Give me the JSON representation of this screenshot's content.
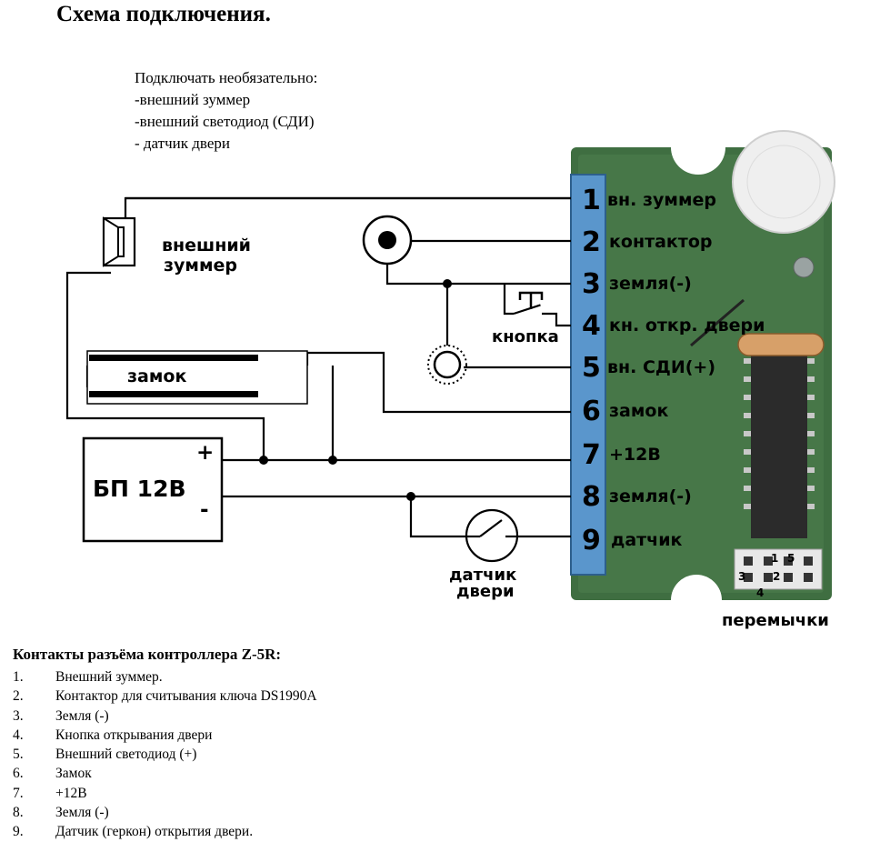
{
  "title": "Схема подключения.",
  "optional": {
    "heading": "Подключать необязательно:",
    "items": [
      "-внешний зуммер",
      "-внешний светодиод (СДИ)",
      "- датчик двери"
    ]
  },
  "terminals": [
    {
      "num": "1",
      "label": "вн. зуммер"
    },
    {
      "num": "2",
      "label": "контактор"
    },
    {
      "num": "3",
      "label": "земля(-)"
    },
    {
      "num": "4",
      "label": "кн. откр. двери"
    },
    {
      "num": "5",
      "label": "вн. СДИ(+)"
    },
    {
      "num": "6",
      "label": "замок"
    },
    {
      "num": "7",
      "label": "+12В"
    },
    {
      "num": "8",
      "label": "земля(-)"
    },
    {
      "num": "9",
      "label": "датчик"
    }
  ],
  "components": {
    "buzzer": [
      "внешний",
      "зуммер"
    ],
    "button": "кнопка",
    "lock": "замок",
    "psu": "БП 12В",
    "psu_plus": "+",
    "psu_minus": "-",
    "sensor": [
      "датчик",
      "двери"
    ],
    "jumpers": "перемычки",
    "jumper_nums": [
      "1",
      "5",
      "3",
      "2",
      "4"
    ]
  },
  "colors": {
    "board": "#3f6e41",
    "terminal": "#5a96cc",
    "wire": "#000000"
  },
  "contacts": {
    "title": "Контакты разъёма контроллера Z-5R:",
    "items": [
      {
        "num": "1.",
        "text": "Внешний зуммер."
      },
      {
        "num": "2.",
        "text": "Контактор для считывания ключа DS1990A"
      },
      {
        "num": "3.",
        "text": "Земля (-)"
      },
      {
        "num": "4.",
        "text": "Кнопка открывания двери"
      },
      {
        "num": "5.",
        "text": "Внешний светодиод (+)"
      },
      {
        "num": "6.",
        "text": "Замок"
      },
      {
        "num": "7.",
        "text": "+12В"
      },
      {
        "num": "8.",
        "text": "Земля (-)"
      },
      {
        "num": "9.",
        "text": "Датчик (геркон) открытия двери."
      }
    ]
  }
}
